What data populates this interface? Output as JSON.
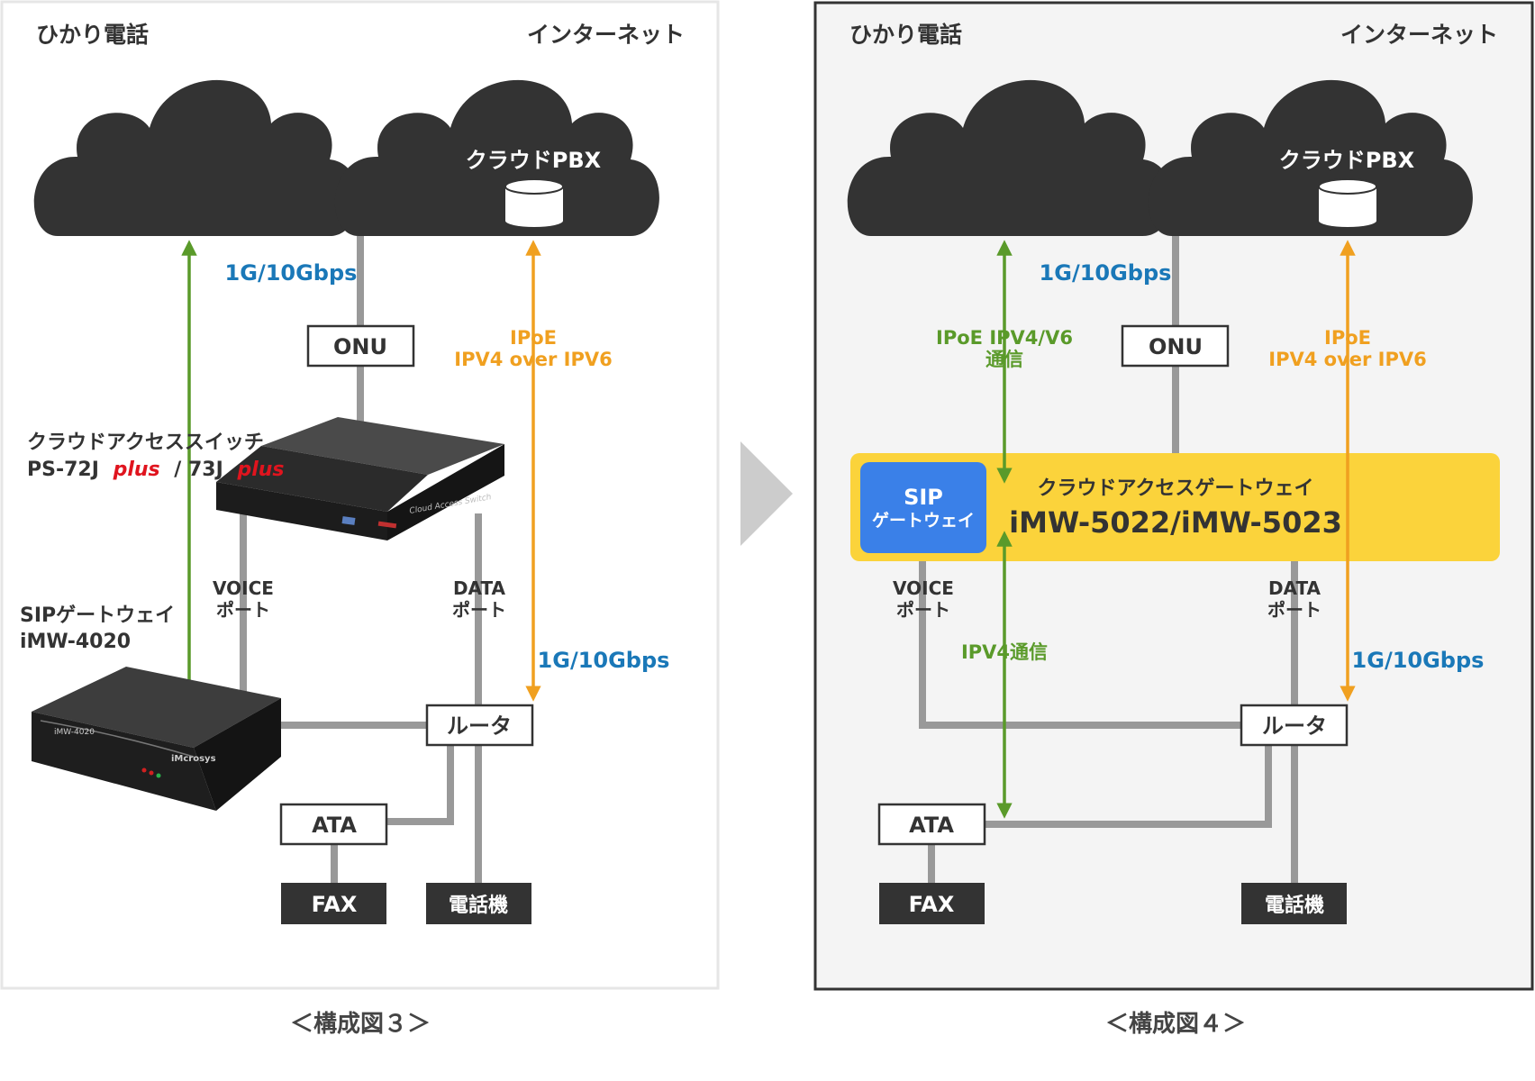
{
  "colors": {
    "cloud": "#333333",
    "gray_line": "#999999",
    "green": "#5a9a2a",
    "orange": "#f0a020",
    "blue_text": "#1a78b8",
    "yellow_band": "#fbd33b",
    "sip_blue": "#3a80e8",
    "red_plus": "#e0141e"
  },
  "left": {
    "cloud_phone": "ひかり電話",
    "cloud_internet": "インターネット",
    "pbx_label": "クラウドPBX",
    "speed_top": "1G/10Gbps",
    "onu": "ONU",
    "ipoe_line1": "IPoE",
    "ipoe_line2": "IPV4 over IPV6",
    "switch_title": "クラウドアクセススイッチ",
    "switch_model_a": "PS-72J",
    "switch_plus": "plus",
    "switch_sep": "/ 73J",
    "sip_title": "SIPゲートウェイ",
    "sip_model": "iMW-4020",
    "voice_line1": "VOICE",
    "voice_line2": "ポート",
    "data_line1": "DATA",
    "data_line2": "ポート",
    "speed_bottom": "1G/10Gbps",
    "router": "ルータ",
    "ata": "ATA",
    "fax": "FAX",
    "phone": "電話機",
    "caption": "＜構成図３＞"
  },
  "right": {
    "cloud_phone": "ひかり電話",
    "cloud_internet": "インターネット",
    "pbx_label": "クラウドPBX",
    "speed_top": "1G/10Gbps",
    "onu": "ONU",
    "green_line1": "IPoE IPV4/V6",
    "green_line2": "通信",
    "ipoe_line1": "IPoE",
    "ipoe_line2": "IPV4 over IPV6",
    "sip_line1": "SIP",
    "sip_line2": "ゲートウェイ",
    "gateway_title": "クラウドアクセスゲートウェイ",
    "gateway_model": "iMW-5022/iMW-5023",
    "voice_line1": "VOICE",
    "voice_line2": "ポート",
    "data_line1": "DATA",
    "data_line2": "ポート",
    "ipv4_label": "IPV4通信",
    "speed_bottom": "1G/10Gbps",
    "router": "ルータ",
    "ata": "ATA",
    "fax": "FAX",
    "phone": "電話機",
    "caption": "＜構成図４＞"
  },
  "device_texts": {
    "switch_brand": "Cloud Access Switch",
    "imw_label": "iMW-4020",
    "imw_brand": "iMcrosys"
  }
}
